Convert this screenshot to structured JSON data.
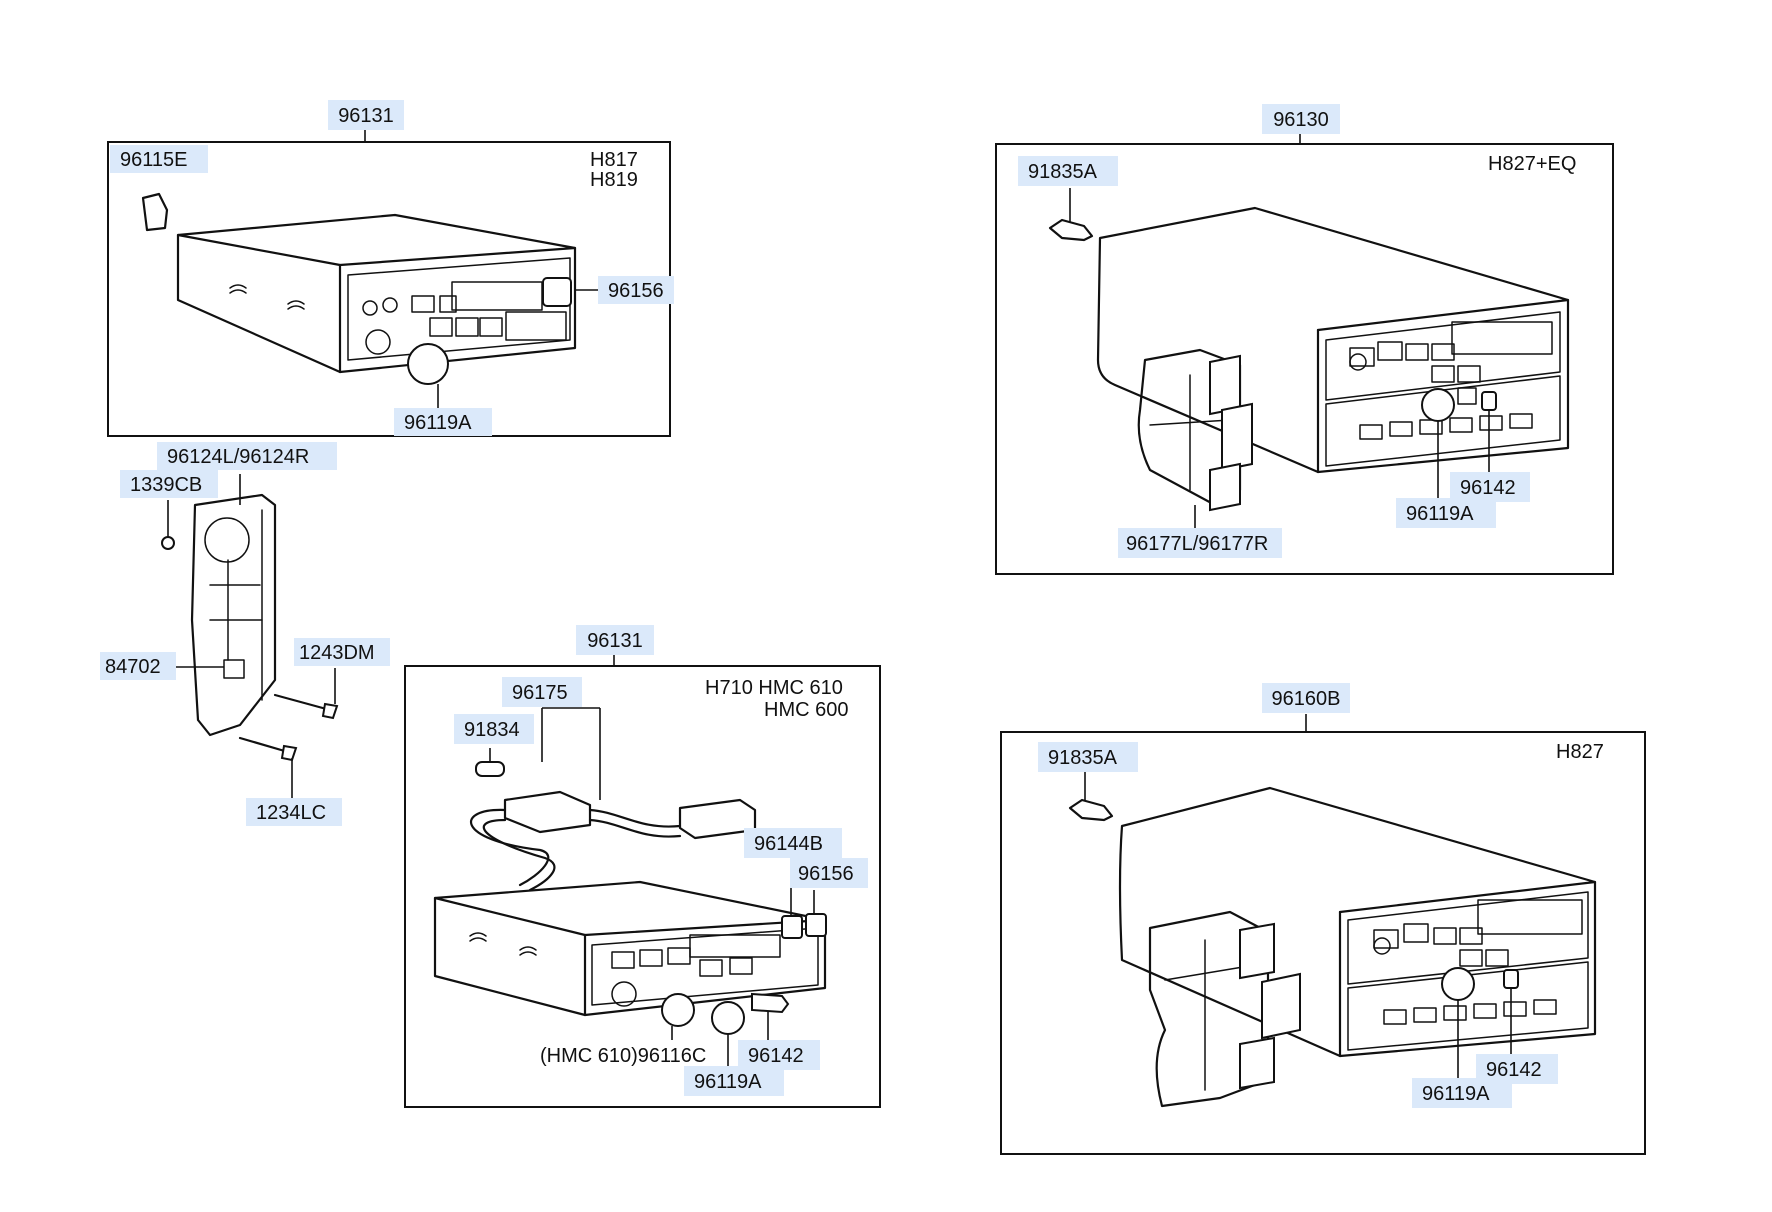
{
  "panels": {
    "top_left": {
      "assembly": "96131",
      "models": [
        "H817",
        "H819"
      ]
    },
    "top_right": {
      "assembly": "96130",
      "models": [
        "H827+EQ"
      ]
    },
    "bottom_mid": {
      "assembly": "96131",
      "models": [
        "H710  HMC  610",
        "HMC  600"
      ]
    },
    "bottom_right": {
      "assembly": "96160B",
      "models": [
        "H827"
      ]
    }
  },
  "part_labels": {
    "p96115E": "96115E",
    "p96156_a": "96156",
    "p96119A_a": "96119A",
    "p96124": "96124L/96124R",
    "p1339CB": "1339CB",
    "p84702": "84702",
    "p1243DM": "1243DM",
    "p1234LC": "1234LC",
    "p91835A_a": "91835A",
    "p96177": "96177L/96177R",
    "p96119A_b": "96119A",
    "p96142_b": "96142",
    "p96175": "96175",
    "p91834": "91834",
    "p96144B": "96144B",
    "p96156_b": "96156",
    "p96116C": "(HMC  610)96116C",
    "p96142_c": "96142",
    "p96119A_c": "96119A",
    "p91835A_d": "91835A",
    "p96119A_d": "96119A",
    "p96142_d": "96142"
  }
}
